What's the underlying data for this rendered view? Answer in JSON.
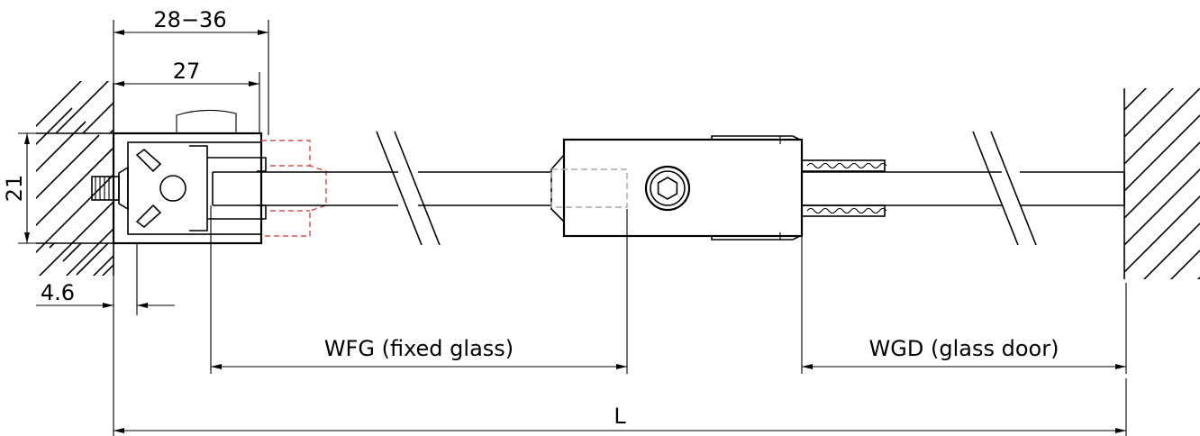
{
  "dimensions": {
    "top_range": "28−36",
    "profile_width": "27",
    "height": "21",
    "offset": "4.6",
    "fixed_glass_width": "WFG (fixed glass)",
    "glass_door_width": "WGD (glass door)",
    "overall_length": "L"
  },
  "colors": {
    "line": "#000000",
    "hidden_red": "#d42b2b",
    "hidden_grey": "#a8a8a8",
    "background": "#ffffff"
  }
}
